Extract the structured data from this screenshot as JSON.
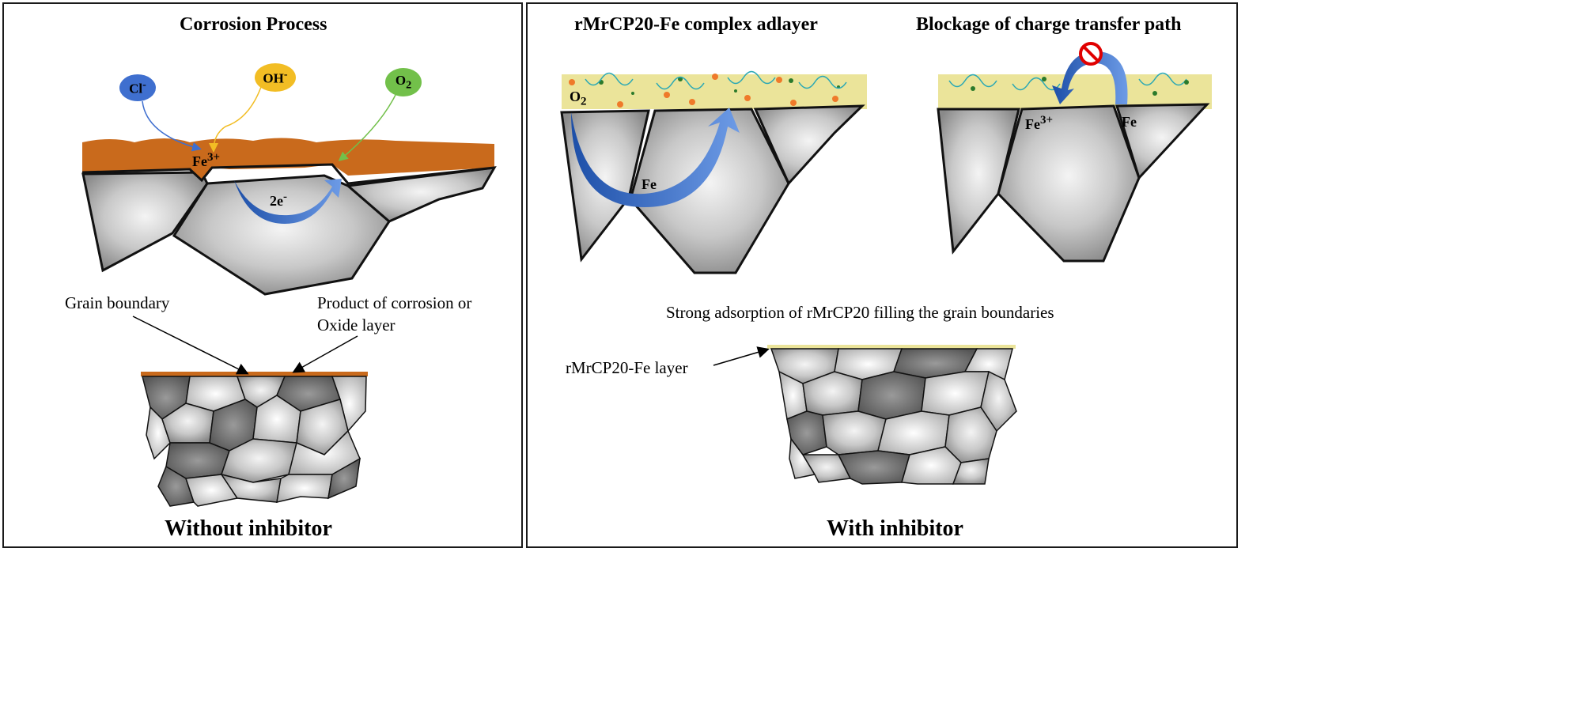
{
  "left_panel": {
    "title": "Corrosion Process",
    "ions": [
      {
        "base": "Cl",
        "sup": "-",
        "color": "#3f6fcf"
      },
      {
        "base": "OH",
        "sup": "-",
        "color": "#f2bd24"
      },
      {
        "base": "O",
        "sub": "2",
        "color": "#72c04a"
      }
    ],
    "fe_label": {
      "base": "Fe",
      "sup": "3+"
    },
    "electron_label": {
      "base": "2e",
      "sup": "-"
    },
    "grain_boundary_label": "Grain boundary",
    "product_label_line1": "Product of corrosion or",
    "product_label_line2": "Oxide layer",
    "footer": "Without inhibitor"
  },
  "right_panel": {
    "title_left": "rMrCP20-Fe complex adlayer",
    "title_right": "Blockage of charge transfer path",
    "o2_label": {
      "base": "O",
      "sub": "2"
    },
    "fe_label_left": "Fe",
    "fe3_label": {
      "base": "Fe",
      "sup": "3+"
    },
    "fe_label_right": "Fe",
    "adsorption_caption": "Strong adsorption of rMrCP20 filling the grain boundaries",
    "layer_label": "rMrCP20-Fe layer",
    "footer": "With inhibitor"
  },
  "colors": {
    "rust": "#c96a1c",
    "inhibitor_layer": "#ebe49a",
    "arrow_blue": "#3b6fcf",
    "grain_gray": "#b4b4b4",
    "block_red": "#e00000"
  }
}
